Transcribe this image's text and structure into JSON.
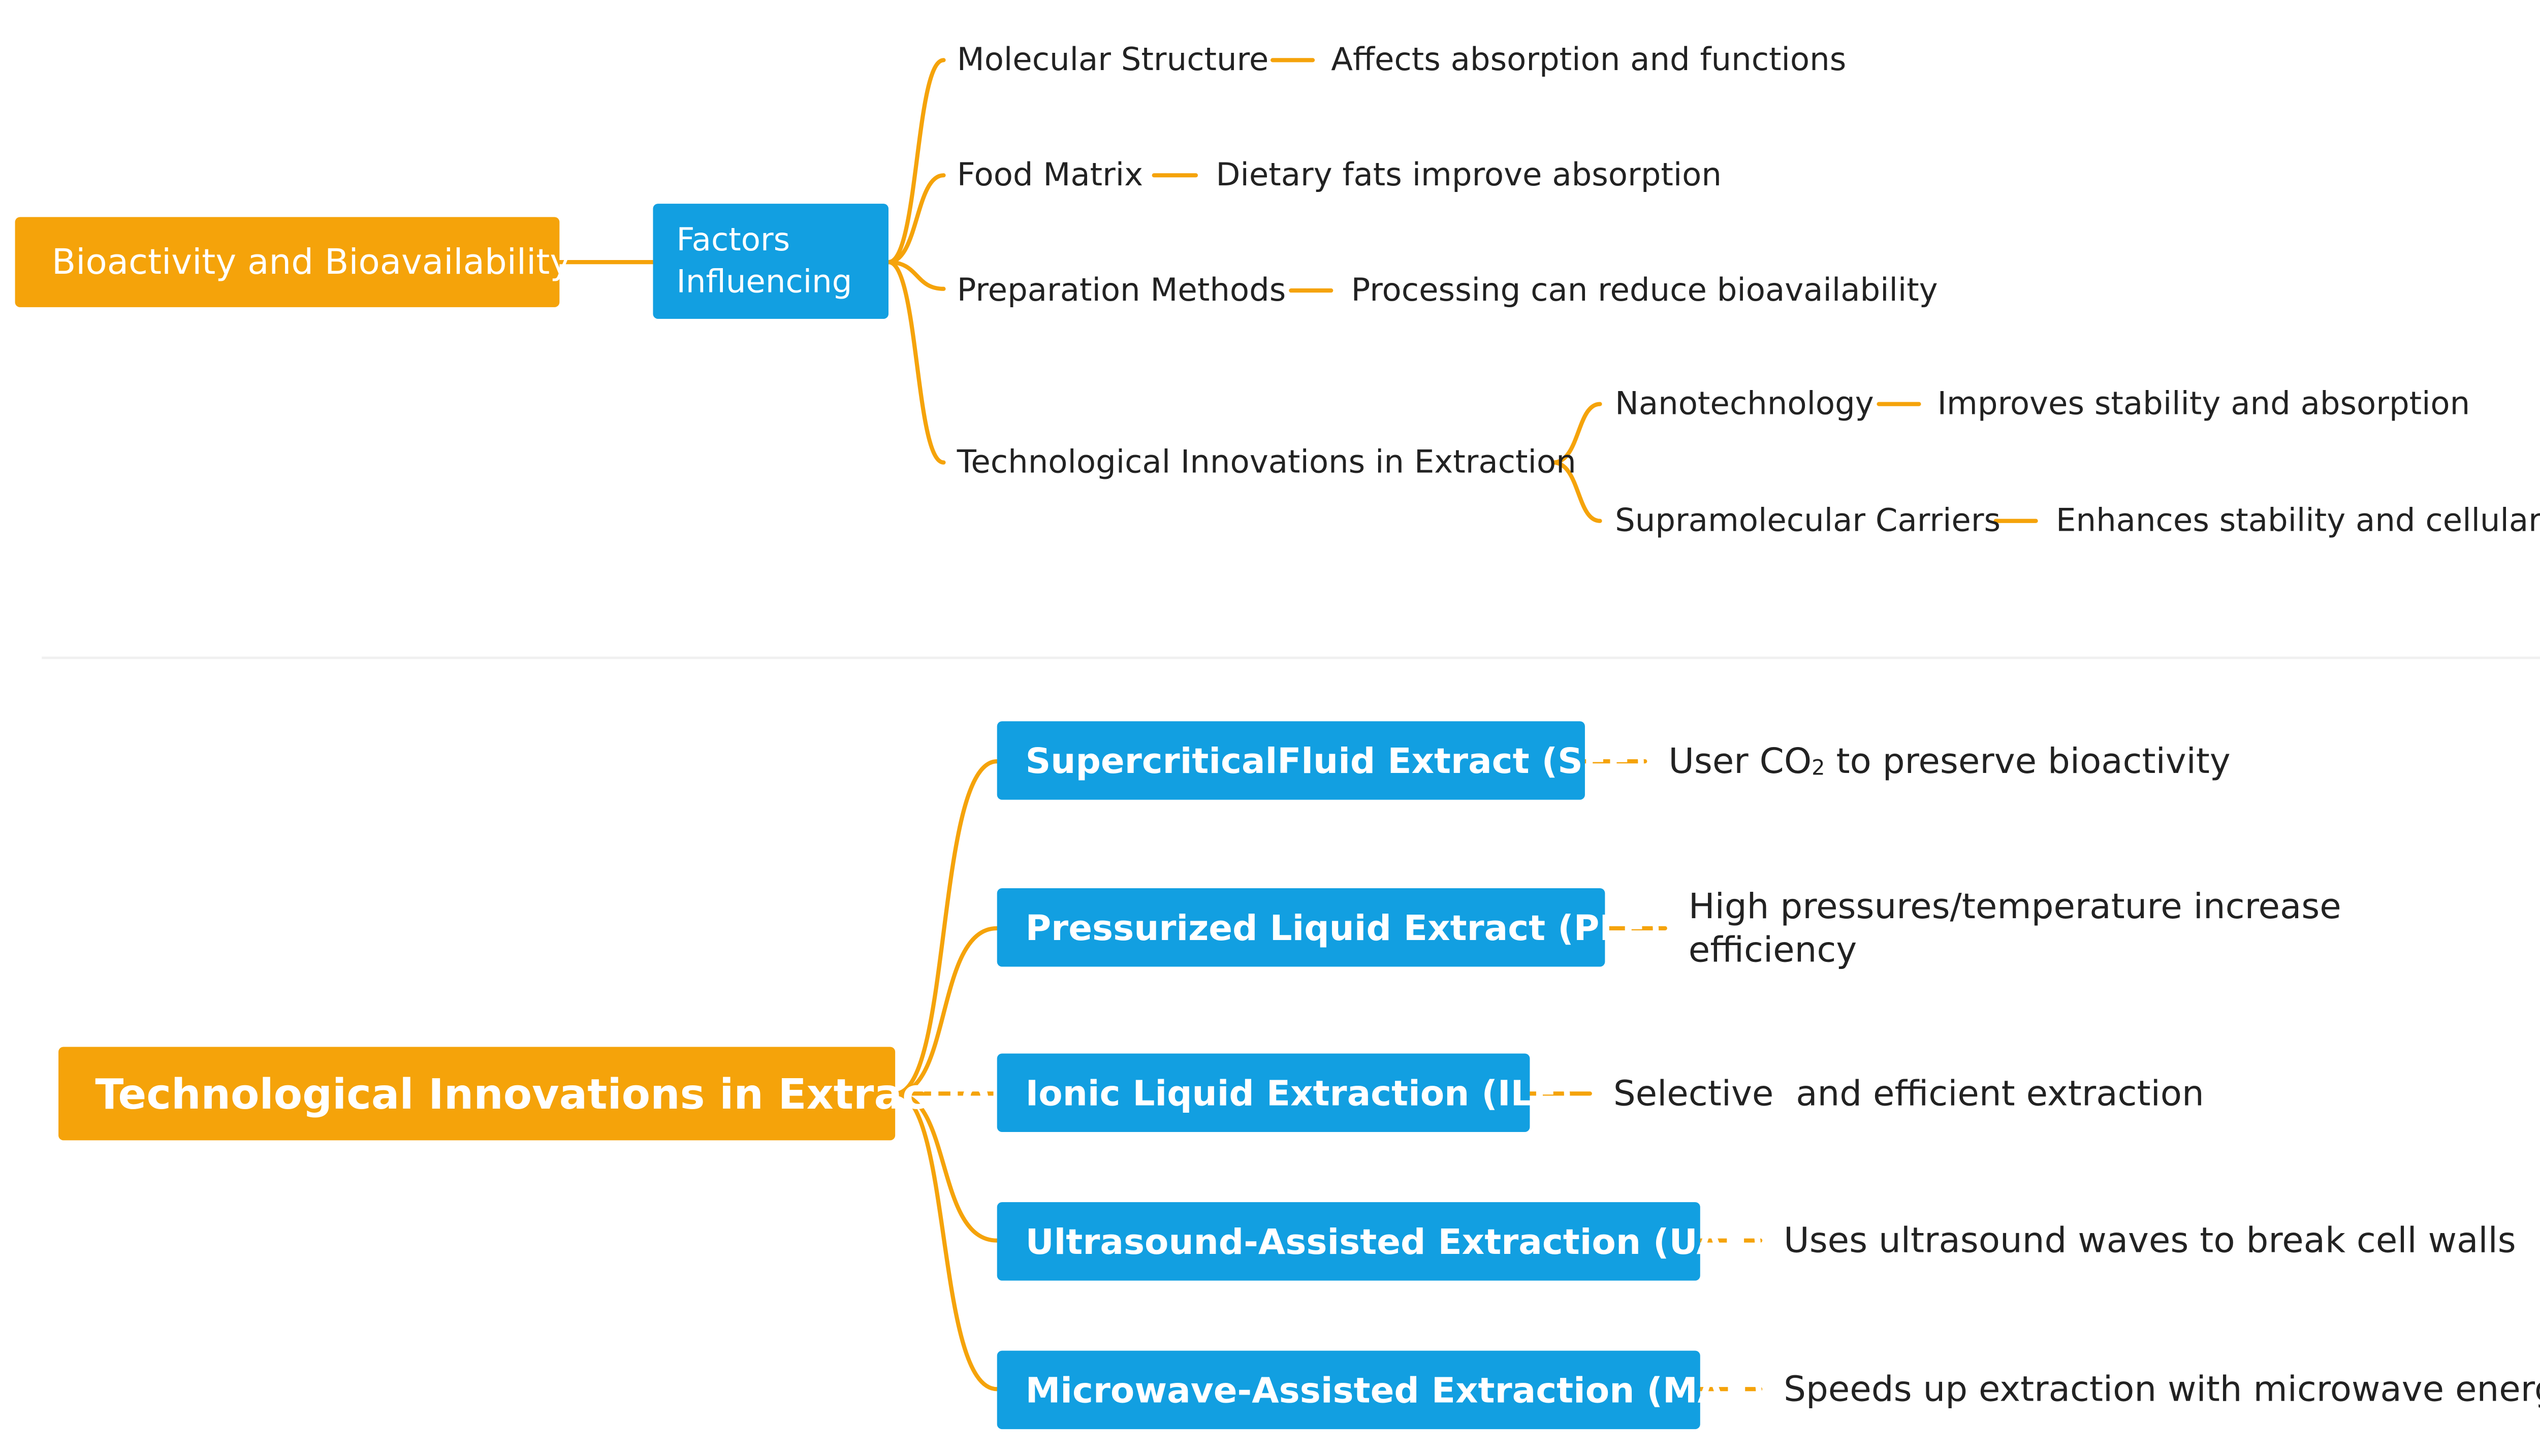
{
  "section1": {
    "root": "Bioactivity and Bioavailability",
    "factors": "Factors Influencing",
    "branches": [
      {
        "label": "Molecular Structure",
        "note": "Affects absorption and functions"
      },
      {
        "label": "Food Matrix",
        "note": "Dietary fats improve absorption"
      },
      {
        "label": "Preparation Methods",
        "note": "Processing can reduce bioavailability"
      },
      {
        "label": "Technological Innovations in Extraction",
        "children": [
          {
            "label": "Nanotechnology",
            "note": "Improves stability and absorption"
          },
          {
            "label": "Supramolecular Carriers",
            "note": "Enhances stability and cellular uptake"
          }
        ]
      }
    ]
  },
  "section2": {
    "root": "Technological Innovations in Extraction",
    "methods": [
      {
        "label": "SupercriticalFluid Extract (SFE)",
        "note_pre": "User CO",
        "note_sub": "2",
        "note_post": " to preserve bioactivity"
      },
      {
        "label": "Pressurized Liquid Extract (PLE)",
        "note_line1": "High pressures/temperature increase",
        "note_line2": "efficiency"
      },
      {
        "label": "Ionic Liquid Extraction (ILE)",
        "note": "Selective  and efficient extraction"
      },
      {
        "label": "Ultrasound-Assisted Extraction (UAE)",
        "note": "Uses ultrasound waves to break cell walls"
      },
      {
        "label": "Microwave-Assisted Extraction (MAE)",
        "note": "Speeds up extraction with microwave energy"
      }
    ]
  },
  "colors": {
    "orange": "#f5a30a",
    "blue": "#129fe1",
    "connector": "#f5a30a",
    "text": "#222222",
    "divider": "#f0f0f0"
  }
}
